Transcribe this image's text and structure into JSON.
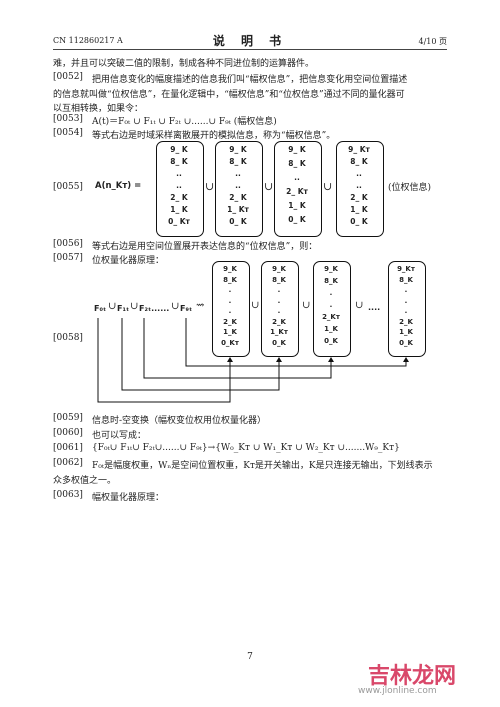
{
  "header": {
    "left": "CN 112860217 A",
    "center": "说  明  书",
    "right": "4/10 页"
  },
  "lines": [
    {
      "id": "cont",
      "num": "",
      "text": "难，并且可以突破二值的限制，制成各种不同进位制的运算器件。"
    },
    {
      "id": "p52",
      "num": "[0052]",
      "text": "把用信息变化的幅度描述的信息我们叫“幅权信息”，把信息变化用空间位置描述"
    },
    {
      "id": "p52b",
      "num": "",
      "text": "的信息就叫做“位权信息”，在量化逻辑中，“幅权信息”和“位权信息”通过不同的量化器可"
    },
    {
      "id": "p52c",
      "num": "",
      "text": "以互相转换，如果令："
    },
    {
      "id": "p53",
      "num": "[0053]",
      "text": "A(t)＝F₀ₜ ∪ F₁ₜ ∪ F₂ₜ ∪......∪ F₉ₜ (幅权信息)"
    },
    {
      "id": "p54",
      "num": "[0054]",
      "text": "等式右边是时域采样离散展开的模拟信息，称为“幅权信息”。"
    },
    {
      "id": "p56",
      "num": "[0056]",
      "text": "等式右边是用空间位置展开表达信息的“位权信息”，则："
    },
    {
      "id": "p57",
      "num": "[0057]",
      "text": "位权量化器原理："
    },
    {
      "id": "p59",
      "num": "[0059]",
      "text": "信息时-空变换（幅权变位权用位权量化器）"
    },
    {
      "id": "p60",
      "num": "[0060]",
      "text": "也可以写成："
    },
    {
      "id": "p61",
      "num": "[0061]",
      "text": "{F₀ₜ∪ F₁ₜ∪ F₂ₜ∪......∪ F₉ₜ}→{W₀_Kᴛ ∪ W₁_Kᴛ ∪ W₂_Kᴛ ∪.......W₉_Kᴛ}"
    },
    {
      "id": "p62",
      "num": "[0062]",
      "text": "F₀ₜ是幅度权重，Wₙ是空间位置权重，Kᴛ是开关输出，K是只连接无输出，下划线表示"
    },
    {
      "id": "p62b",
      "num": "",
      "text": "众多权值之一。"
    },
    {
      "id": "p63",
      "num": "[0063]",
      "text": "幅权量化器原理："
    }
  ],
  "eq55": {
    "num": "[0055]",
    "lhs": "A(n_Kᴛ) =",
    "union": "∪",
    "suffix": "(位权信息)",
    "columns": [
      [
        "9_ K",
        "8_ K",
        "..",
        "..",
        "2_ K",
        "1_ K",
        "0_ Kᴛ"
      ],
      [
        "9_ K",
        "8_ K",
        "..",
        "..",
        "2_ K",
        "1_ Kᴛ",
        "0_ K"
      ],
      [
        "9_ K",
        "8_ K",
        "..",
        "2_ Kᴛ",
        "1_ K",
        "0_ K"
      ],
      [
        "9_ Kᴛ",
        "8_ K",
        "..",
        "..",
        "2_ K",
        "1_ K",
        "0_ K"
      ]
    ]
  },
  "eq58": {
    "num": "[0058]",
    "inputs": [
      "F₀ₜ",
      "F₁ₜ",
      "F₂ₜ......",
      "F₉ₜ"
    ],
    "union": "∪",
    "arrow": "⇝",
    "dots": "....",
    "columns": [
      [
        "9_K",
        "8_K",
        ".",
        ".",
        ".",
        "2_K",
        "1_K",
        "0_Kᴛ"
      ],
      [
        "9_K",
        "8_K",
        ".",
        ".",
        ".",
        "2_K",
        "1_Kᴛ",
        "0_K"
      ],
      [
        "9_K",
        "8_K",
        ".",
        ".",
        "2_Kᴛ",
        "1_K",
        "0_K"
      ],
      [
        "9_Kᴛ",
        "8_K",
        ".",
        ".",
        ".",
        "2_K",
        "1_K",
        "0_K"
      ]
    ]
  },
  "page_number": "7",
  "watermark": {
    "text": "吉林龙网",
    "sub": "www.jlonline.com"
  }
}
